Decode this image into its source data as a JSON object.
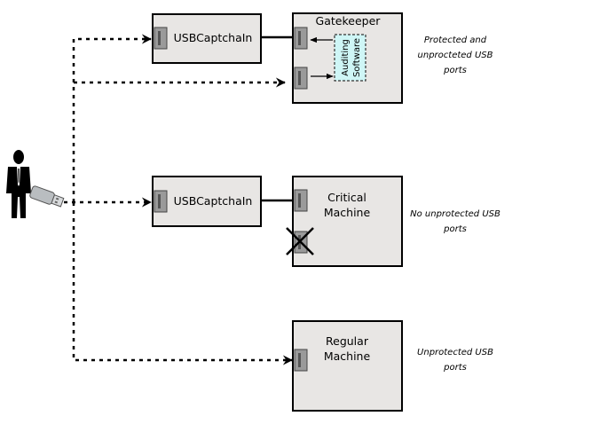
{
  "nodes": {
    "captcha_top": "USBCaptchaIn",
    "gatekeeper": "Gatekeeper",
    "auditing": [
      "Auditing",
      "Software"
    ],
    "captcha_mid": "USBCaptchaIn",
    "critical": [
      "Critical",
      "Machine"
    ],
    "regular": [
      "Regular",
      "Machine"
    ]
  },
  "notes": {
    "protected": [
      "Protected and",
      "unprocteted USB",
      "ports"
    ],
    "no_unprotected": [
      "No unprotected USB",
      "ports"
    ],
    "unprotected": [
      "Unprotected USB",
      "ports"
    ]
  },
  "icons": {
    "person": "person-in-suit-icon",
    "usb": "usb-stick-icon",
    "port": "usb-port-icon",
    "blocked": "cross-icon"
  }
}
